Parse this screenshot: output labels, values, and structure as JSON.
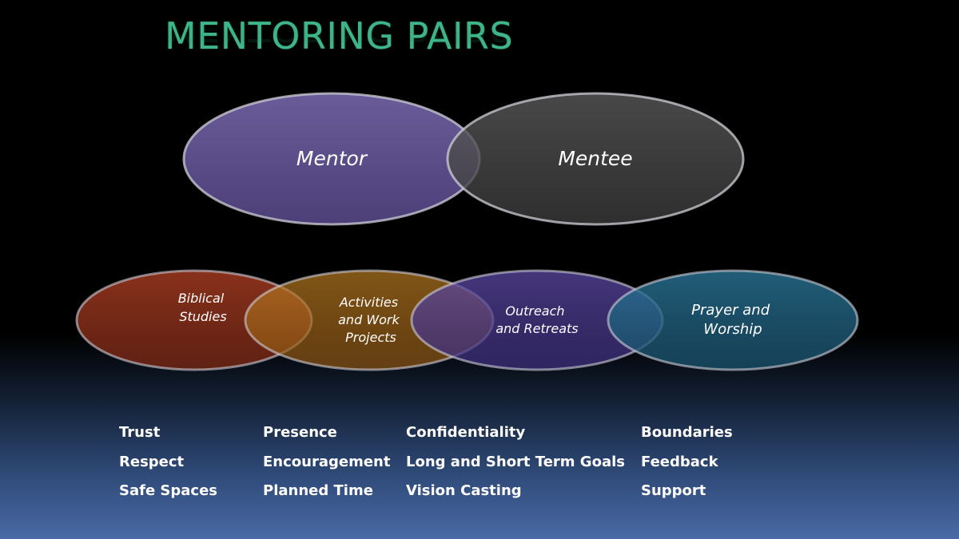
{
  "title": "MENTORING PAIRS",
  "top_circles": {
    "mentor": "Mentor",
    "mentee": "Mentee"
  },
  "activity_circles": {
    "biblical": [
      "Biblical",
      "Studies"
    ],
    "activities": [
      "Activities",
      "and  Work",
      "Projects"
    ],
    "outreach": [
      "Outreach",
      "and Retreats"
    ],
    "prayer": [
      "Prayer and",
      "Worship"
    ]
  },
  "qualities": {
    "col1": [
      "Trust",
      "Respect",
      "Safe Spaces"
    ],
    "col2": [
      "Presence",
      "Encouragement",
      "Planned Time"
    ],
    "col3": [
      "Confidentiality",
      "Long and Short Term Goals",
      "Vision Casting"
    ],
    "col4": [
      "Boundaries",
      "Feedback",
      "Support"
    ]
  },
  "colors": {
    "title": "#3fb58a",
    "mentor": "#6a5a9e",
    "mentee": "#4a4a4a",
    "biblical": "#8a2e1c",
    "activities": "#a0661c",
    "outreach": "#4b3a8c",
    "prayer": "#1f5f7e"
  }
}
